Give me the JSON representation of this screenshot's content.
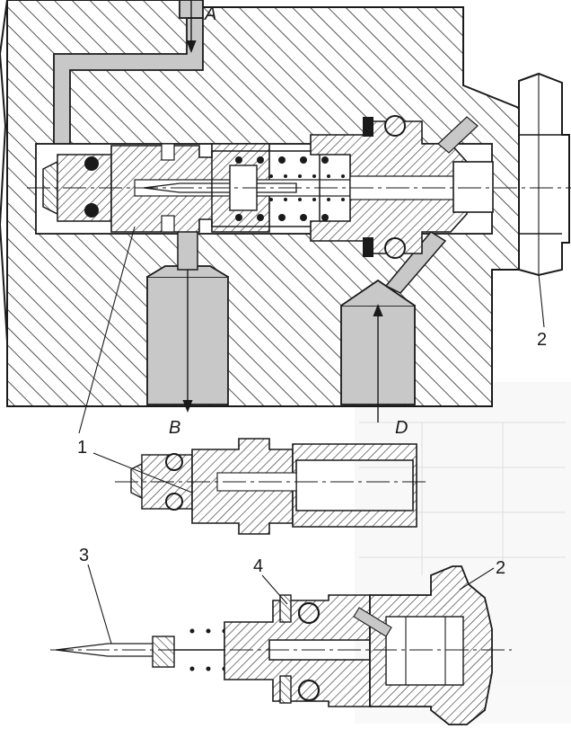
{
  "figure": {
    "callouts": [
      "1",
      "2",
      "3",
      "4"
    ],
    "port_labels": [
      "A",
      "B",
      "D"
    ]
  },
  "colors": {
    "ink": "#1a1a1a",
    "hatch": "#2a2a2a",
    "bore": "#ffffff",
    "gray_fill": "#c8c8c8",
    "background_text": "#b9b9b9"
  }
}
